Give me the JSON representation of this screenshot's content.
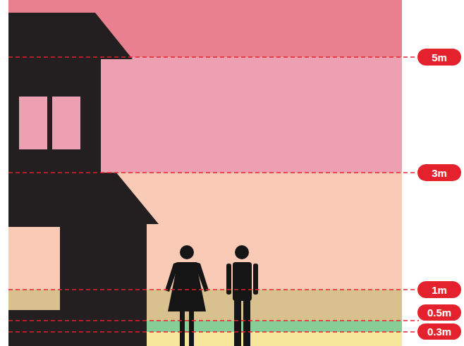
{
  "diagram": {
    "nodes": [
      {
        "text": [
          "5m"
        ]
      },
      {
        "text": [
          "3m"
        ]
      },
      {
        "text": [
          "1m"
        ]
      },
      {
        "text": [
          "0.5m"
        ]
      },
      {
        "text": [
          "0.3m"
        ]
      }
    ]
  }
}
